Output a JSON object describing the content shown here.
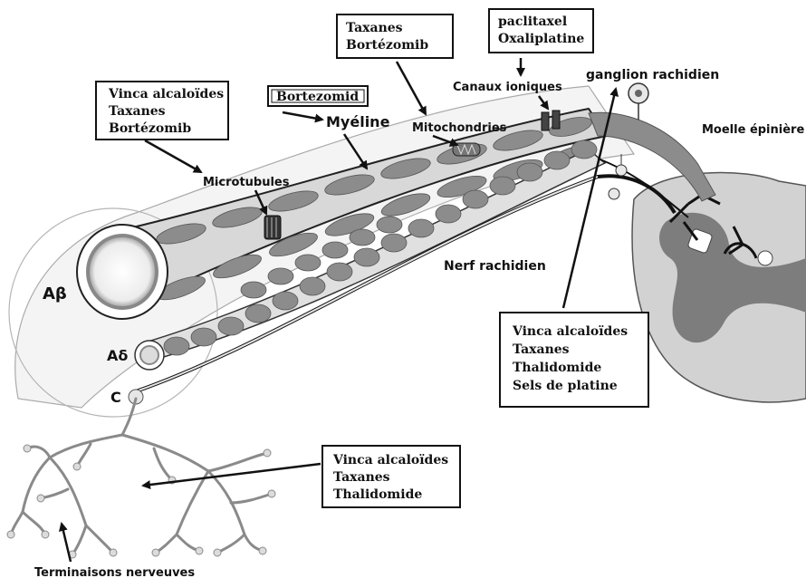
{
  "labels": {
    "a_beta": "Aβ",
    "a_delta": "Aδ",
    "c_fiber": "C",
    "microtubules": "Microtubules",
    "myeline": "Myéline",
    "mitochondries": "Mitochondries",
    "canaux": "Canaux ioniques",
    "ganglion": "ganglion rachidien",
    "moelle": "Moelle épinière",
    "nerf": "Nerf rachidien",
    "terminaisons": "Terminaisons nerveuves"
  },
  "boxes": {
    "microtubules_drugs": [
      "Vinca  alcaloïdes",
      "Taxanes",
      "Bortézomib"
    ],
    "myeline_drug": [
      "Bortezomid"
    ],
    "mitochondria_drugs": [
      "Taxanes",
      "Bortézomib"
    ],
    "channels_drugs": [
      "paclitaxel",
      "Oxaliplatine"
    ],
    "ganglion_drugs": [
      "Vinca alcaloïdes",
      "Taxanes",
      "Thalidomide",
      "Sels de platine"
    ],
    "terminals_drugs": [
      "Vinca alcaloïdes",
      "Taxanes",
      "Thalidomide"
    ]
  },
  "colors": {
    "ink": "#111111",
    "myelin": "#8c8c8c",
    "axon": "#d8d8d8",
    "grey_matter": "#7d7d7d",
    "white_matter": "#d2d2d2"
  }
}
